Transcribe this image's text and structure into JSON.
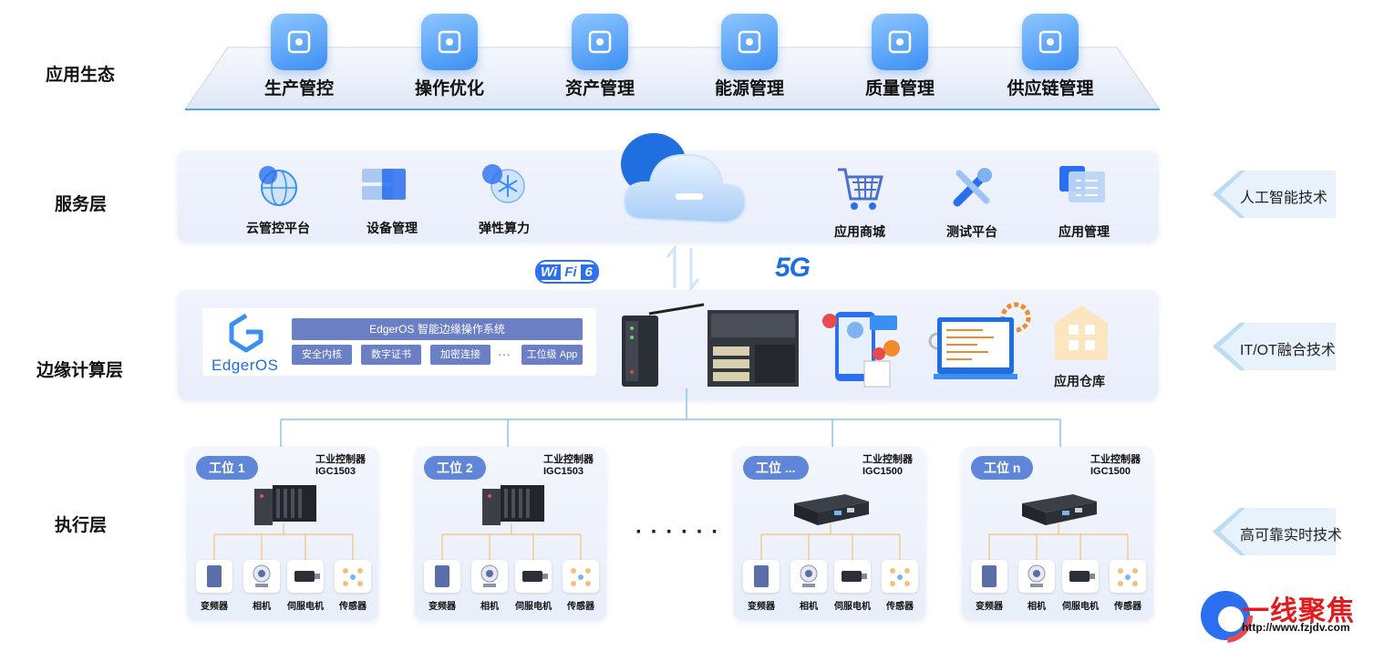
{
  "layers": {
    "ecosystem": "应用生态",
    "service": "服务层",
    "edge": "边缘计算层",
    "execution": "执行层"
  },
  "ecosystem_items": [
    "生产管控",
    "操作优化",
    "资产管理",
    "能源管理",
    "质量管理",
    "供应链管理"
  ],
  "service_items": {
    "left": [
      "云管控平台",
      "设备管理",
      "弹性算力"
    ],
    "right": [
      "应用商城",
      "测试平台",
      "应用管理"
    ]
  },
  "connectivity": {
    "wifi": "Wi Fi 6",
    "wifi_parts": [
      "Wi",
      "Fi",
      "6"
    ],
    "g5": "5G"
  },
  "edge": {
    "os_logo": "EdgerOS",
    "os_title": "EdgerOS 智能边缘操作系统",
    "chips": [
      "安全内核",
      "数字证书",
      "加密连接",
      "工位级 App"
    ],
    "ellipsis": "···",
    "app_store": "应用仓库"
  },
  "tech_tags": [
    "人工智能技术",
    "IT/OT融合技术",
    "高可靠实时技术"
  ],
  "workstations": [
    {
      "badge": "工位 1",
      "ctrl_line1": "工业控制器",
      "ctrl_line2": "IGC1503"
    },
    {
      "badge": "工位 2",
      "ctrl_line1": "工业控制器",
      "ctrl_line2": "IGC1503"
    },
    {
      "badge": "工位 ...",
      "ctrl_line1": "工业控制器",
      "ctrl_line2": "IGC1500"
    },
    {
      "badge": "工位 n",
      "ctrl_line1": "工业控制器",
      "ctrl_line2": "IGC1500"
    }
  ],
  "devices": [
    "变频器",
    "相机",
    "伺服电机",
    "传感器"
  ],
  "gap_dots": "· · · · · ·",
  "watermark": {
    "brand": "一线聚焦",
    "url": "http://www.fzjdv.com"
  },
  "colors": {
    "accent": "#3b8ff3",
    "line": "#8ec3ec",
    "badge": "#5f86d8",
    "device_line": "#f3c27a"
  }
}
